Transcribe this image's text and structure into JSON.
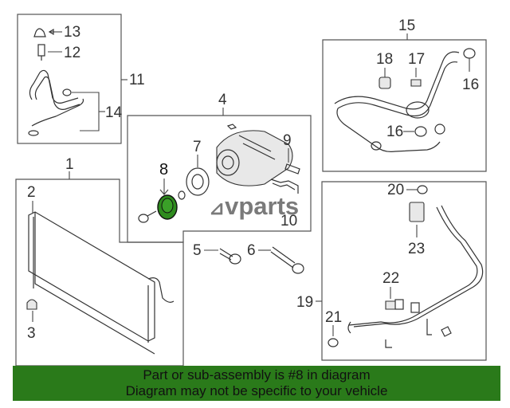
{
  "callouts": {
    "c1": "1",
    "c2": "2",
    "c3": "3",
    "c4": "4",
    "c5": "5",
    "c6": "6",
    "c7": "7",
    "c8": "8",
    "c9": "9",
    "c10": "10",
    "c11": "11",
    "c12": "12",
    "c13": "13",
    "c14": "14",
    "c15": "15",
    "c16a": "16",
    "c16b": "16",
    "c17": "17",
    "c18": "18",
    "c19": "19",
    "c20": "20",
    "c21": "21",
    "c22": "22",
    "c23": "23"
  },
  "watermark": "vparts",
  "banner": {
    "line1": "Part or sub-assembly is #8 in diagram",
    "line2": "Diagram may not be specific to your vehicle"
  },
  "colors": {
    "banner_bg": "#2a7a1a",
    "highlight_part": "#2e8b1e"
  }
}
